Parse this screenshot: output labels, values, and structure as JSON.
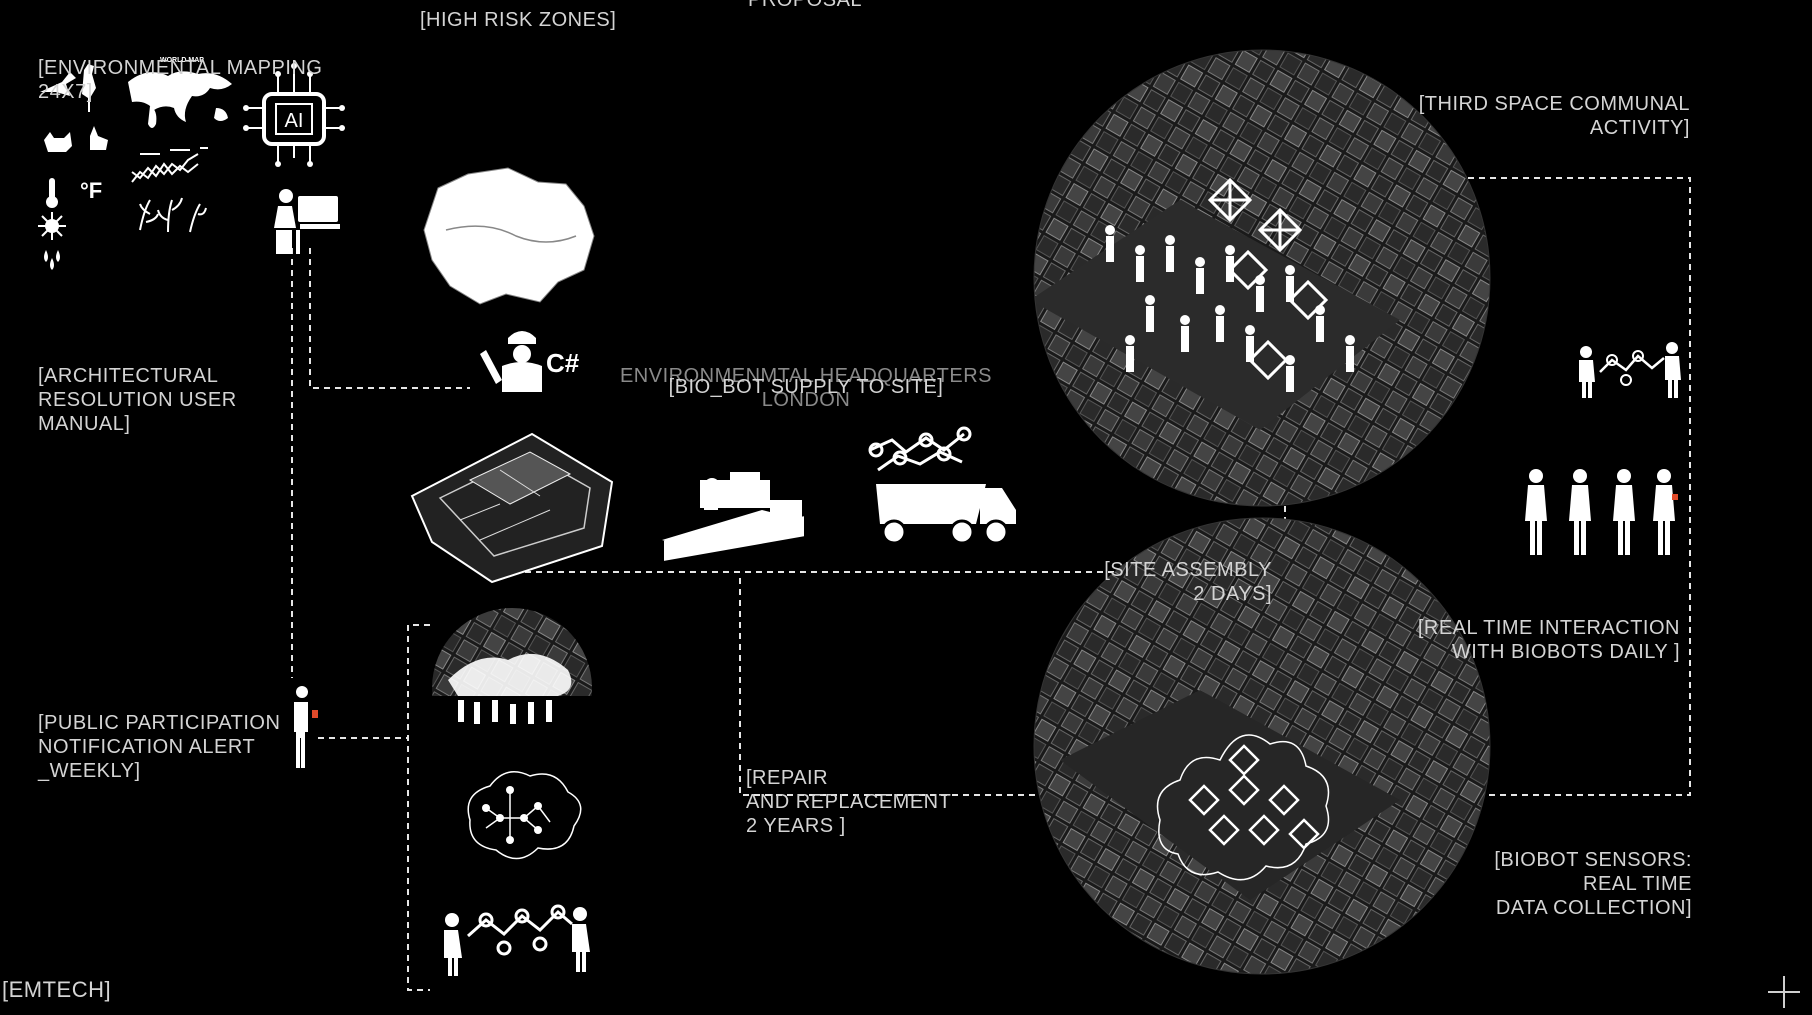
{
  "header": {
    "cropped_title": "PROPOSAL"
  },
  "labels": {
    "env_mapping": [
      "[ENVIRONMENTAL MAPPING",
      "24X7]"
    ],
    "high_risk": "[HIGH RISK ZONES]",
    "arch_manual": [
      "[ARCHITECTURAL",
      "RESOLUTION USER",
      "MANUAL]"
    ],
    "hq": [
      "ENVIRONMENMTAL HEADQUARTERS",
      "LONDON"
    ],
    "bio_supply": "[BIO_BOT SUPPLY TO SITE]",
    "public_participation": [
      "[PUBLIC PARTICIPATION",
      "NOTIFICATION ALERT",
      "_WEEKLY]"
    ],
    "repair": [
      "[REPAIR",
      "AND REPLACEMENT",
      "2 YEARS ]"
    ],
    "site_assembly": [
      "[SITE ASSEMBLY",
      "2 DAYS]"
    ],
    "third_space": [
      "[THIRD SPACE COMMUNAL",
      "ACTIVITY]"
    ],
    "real_time_interaction": [
      "[REAL TIME INTERACTION",
      "WITH BIOBOTS DAILY ]"
    ],
    "biobot_sensors": [
      "[BIOBOT SENSORS:",
      "REAL TIME",
      "DATA COLLECTION]"
    ],
    "footer_brand": "[EMTECH]"
  },
  "icons": {
    "world_map_caption": "WORLD MAP",
    "ai_chip": "AI",
    "temperature_unit": "°F",
    "csharp": "C#"
  },
  "colors": {
    "background": "#000000",
    "foreground": "#ffffff",
    "line": "#e6e6e6",
    "muted": "#8a8a8a"
  }
}
